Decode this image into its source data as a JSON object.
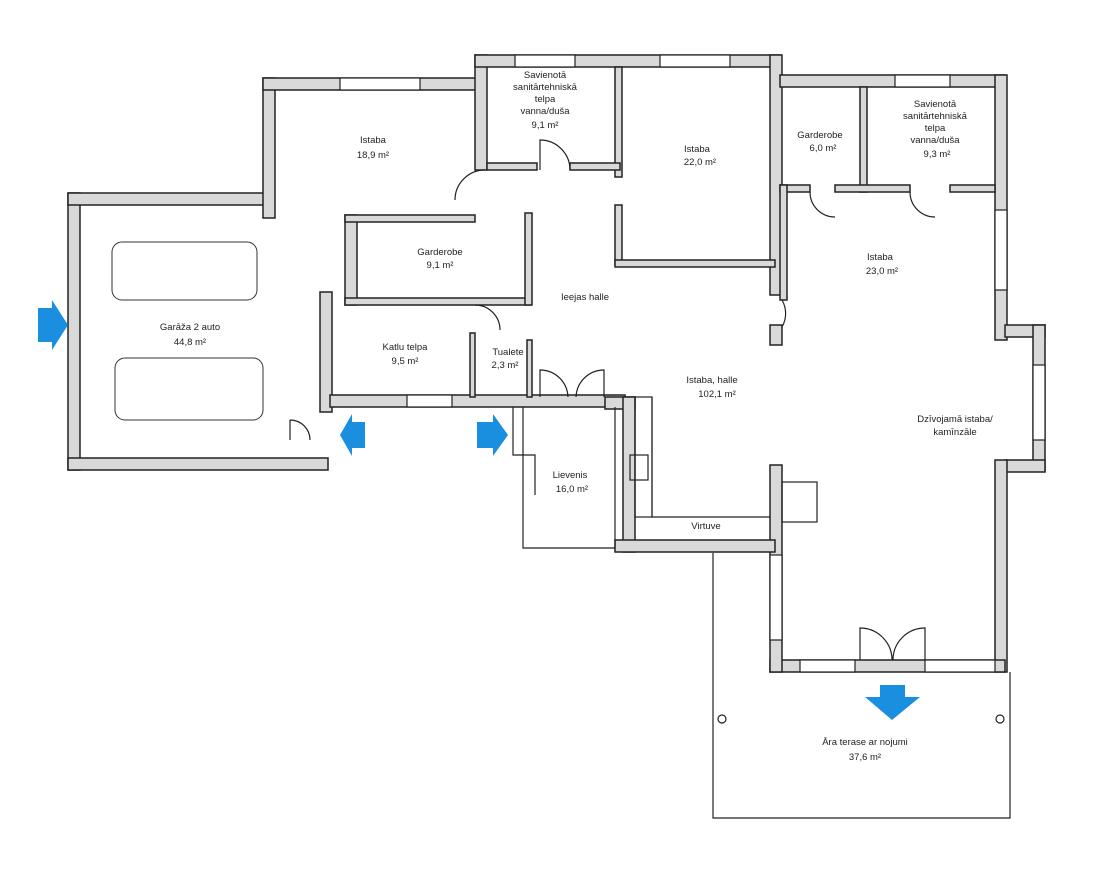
{
  "rooms": [
    {
      "id": "garage",
      "name": "Garāža 2 auto",
      "area": "44,8 m²"
    },
    {
      "id": "bedroom1",
      "name": "Istaba",
      "area": "18,9 m²"
    },
    {
      "id": "bath1",
      "name_lines": [
        "Savienotā",
        "sanitārtehniskā",
        "telpa",
        "vanna/duša"
      ],
      "area": "9,1 m²"
    },
    {
      "id": "bedroom2",
      "name": "Istaba",
      "area": "22,0 m²"
    },
    {
      "id": "wardrobe1",
      "name": "Garderobe",
      "area": "6,0 m²"
    },
    {
      "id": "bath2",
      "name_lines": [
        "Savienotā",
        "sanitārtehniskā",
        "telpa",
        "vanna/duša"
      ],
      "area": "9,3 m²"
    },
    {
      "id": "wardrobe2",
      "name": "Garderobe",
      "area": "9,1 m²"
    },
    {
      "id": "bedroom3",
      "name": "Istaba",
      "area": "23,0 m²"
    },
    {
      "id": "entry_hall",
      "name": "Ieejas halle"
    },
    {
      "id": "boiler",
      "name": "Katlu telpa",
      "area": "9,5 m²"
    },
    {
      "id": "toilet",
      "name": "Tualete",
      "area": "2,3 m²"
    },
    {
      "id": "hall",
      "name": "Istaba, halle",
      "area": "102,1 m²"
    },
    {
      "id": "living",
      "name_lines": [
        "Dzīvojamā istaba/",
        "kamīnzāle"
      ]
    },
    {
      "id": "porch",
      "name": "Lievenis",
      "area": "16,0 m²"
    },
    {
      "id": "kitchen",
      "name": "Virtuve"
    },
    {
      "id": "terrace",
      "name": "Āra terase ar nojumi",
      "area": "37,6 m²"
    }
  ],
  "colors": {
    "arrow": "#1a8fe0",
    "wall": "#d9d9d9"
  }
}
